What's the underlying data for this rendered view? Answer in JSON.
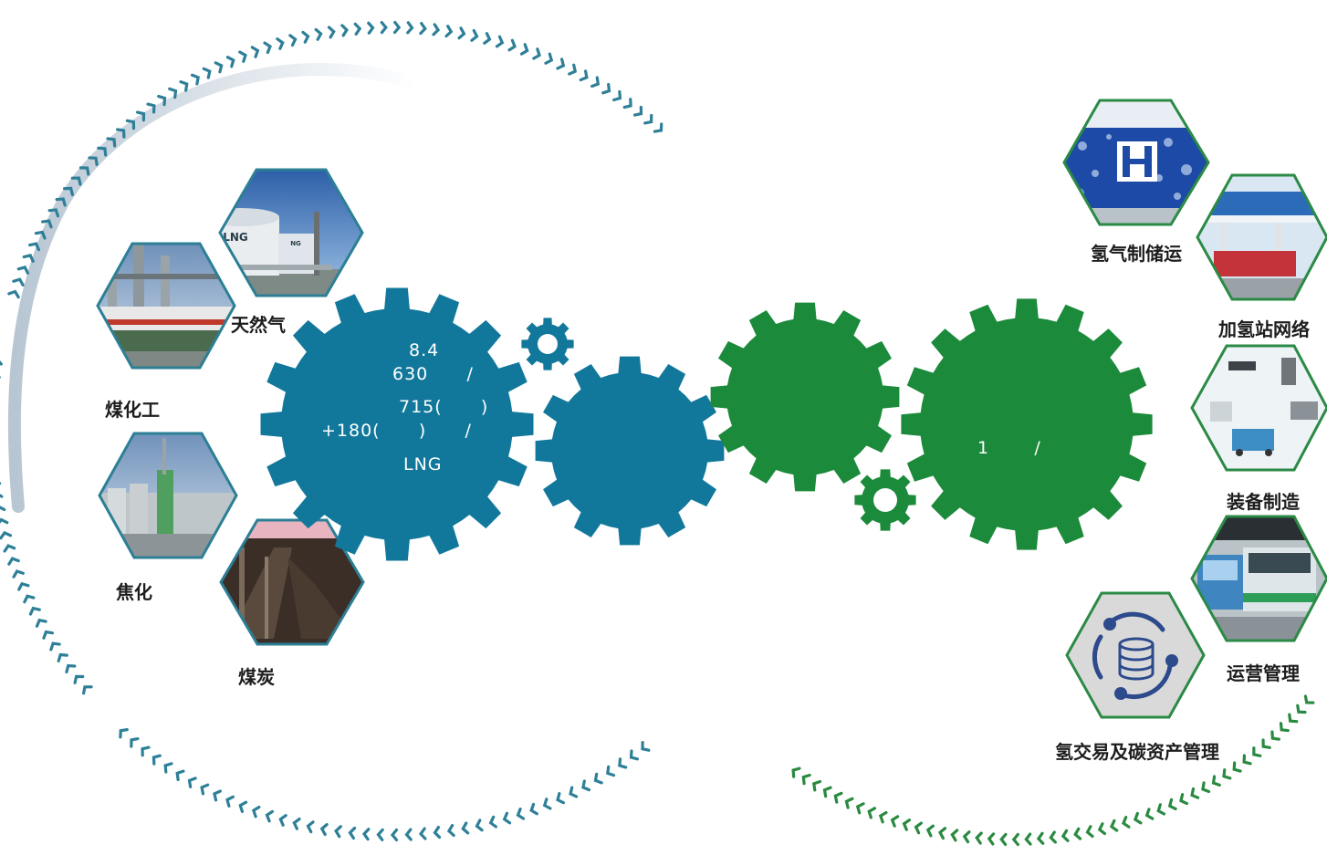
{
  "colors": {
    "blue": "#12789b",
    "green": "#1b8a3a",
    "hex_border": "#2c7f95",
    "hex_border_green": "#2b8a45",
    "ring_gray": "#c9d3dc"
  },
  "left_sources": {
    "natural_gas": "天然气",
    "coal_chemical": "煤化工",
    "coking": "焦化",
    "coal": "煤炭"
  },
  "left_photo_texts": {
    "lng_tank": "LNG",
    "lng_tank_small": "NG"
  },
  "blue_gear_text": {
    "line1": "8.4",
    "line2": "630      /",
    "line3": "715(      )",
    "line4": "+180(      )      /",
    "line5": "LNG"
  },
  "green_gear_text": {
    "line1": "1       /"
  },
  "right_segments": {
    "hydrogen_production": "氢气制储运",
    "refueling_network": "加氢站网络",
    "equipment": "装备制造",
    "operations": "运营管理",
    "trading": "氢交易及碳资产管理"
  },
  "icons": {
    "chevrons": "chevron-arrow-icon",
    "small_gear": "gear-icon",
    "database": "database-cycle-icon"
  }
}
